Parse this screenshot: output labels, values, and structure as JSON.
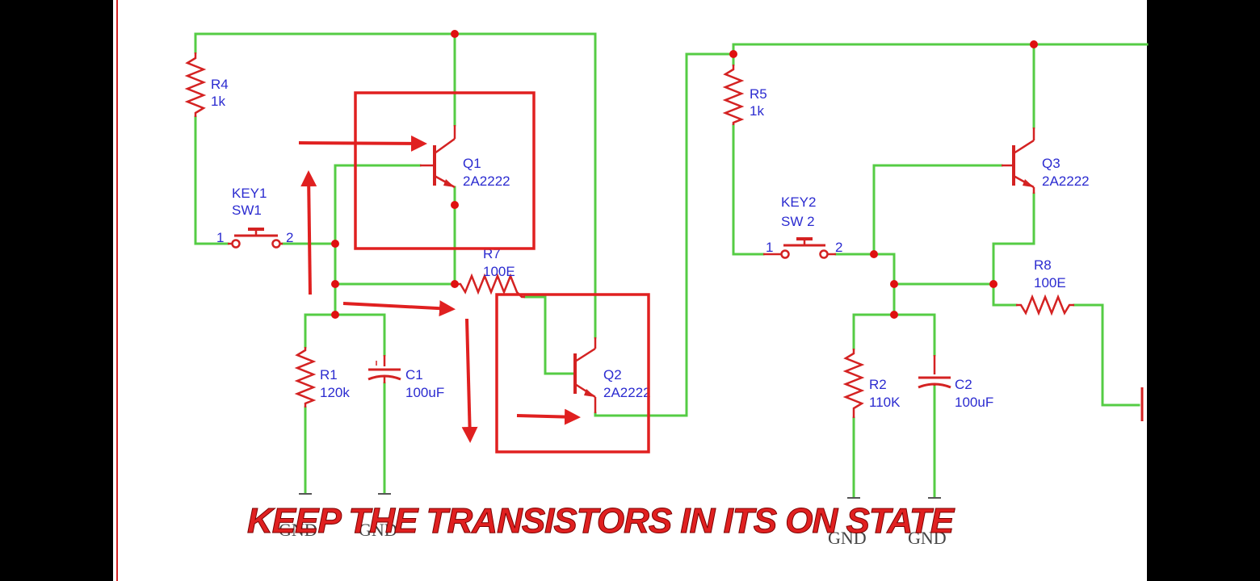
{
  "colors": {
    "background": "#000000",
    "sheet": "#ffffff",
    "wire": "#55cc44",
    "component": "#d42222",
    "label": "#2b2bd0",
    "annotation": "#e02020",
    "ground_text": "#444444"
  },
  "components": {
    "r4": {
      "ref": "R4",
      "value": "1k"
    },
    "r5": {
      "ref": "R5",
      "value": "1k"
    },
    "key1": {
      "ref": "KEY1",
      "value": "SW1",
      "pin1": "1",
      "pin2": "2"
    },
    "key2": {
      "ref": "KEY2",
      "value": "SW 2",
      "pin1": "1",
      "pin2": "2"
    },
    "q1": {
      "ref": "Q1",
      "value": "2A2222"
    },
    "q2": {
      "ref": "Q2",
      "value": "2A2222"
    },
    "q3": {
      "ref": "Q3",
      "value": "2A2222"
    },
    "r7": {
      "ref": "R7",
      "value": "100E"
    },
    "r8": {
      "ref": "R8",
      "value": "100E"
    },
    "r1": {
      "ref": "R1",
      "value": "120k"
    },
    "r2": {
      "ref": "R2",
      "value": "110K"
    },
    "c1": {
      "ref": "C1",
      "value": "100uF"
    },
    "c2": {
      "ref": "C2",
      "value": "100uF"
    }
  },
  "grounds": [
    "GND",
    "GND",
    "GND",
    "GND"
  ],
  "caption": "KEEP THE TRANSISTORS IN ITS ON STATE"
}
